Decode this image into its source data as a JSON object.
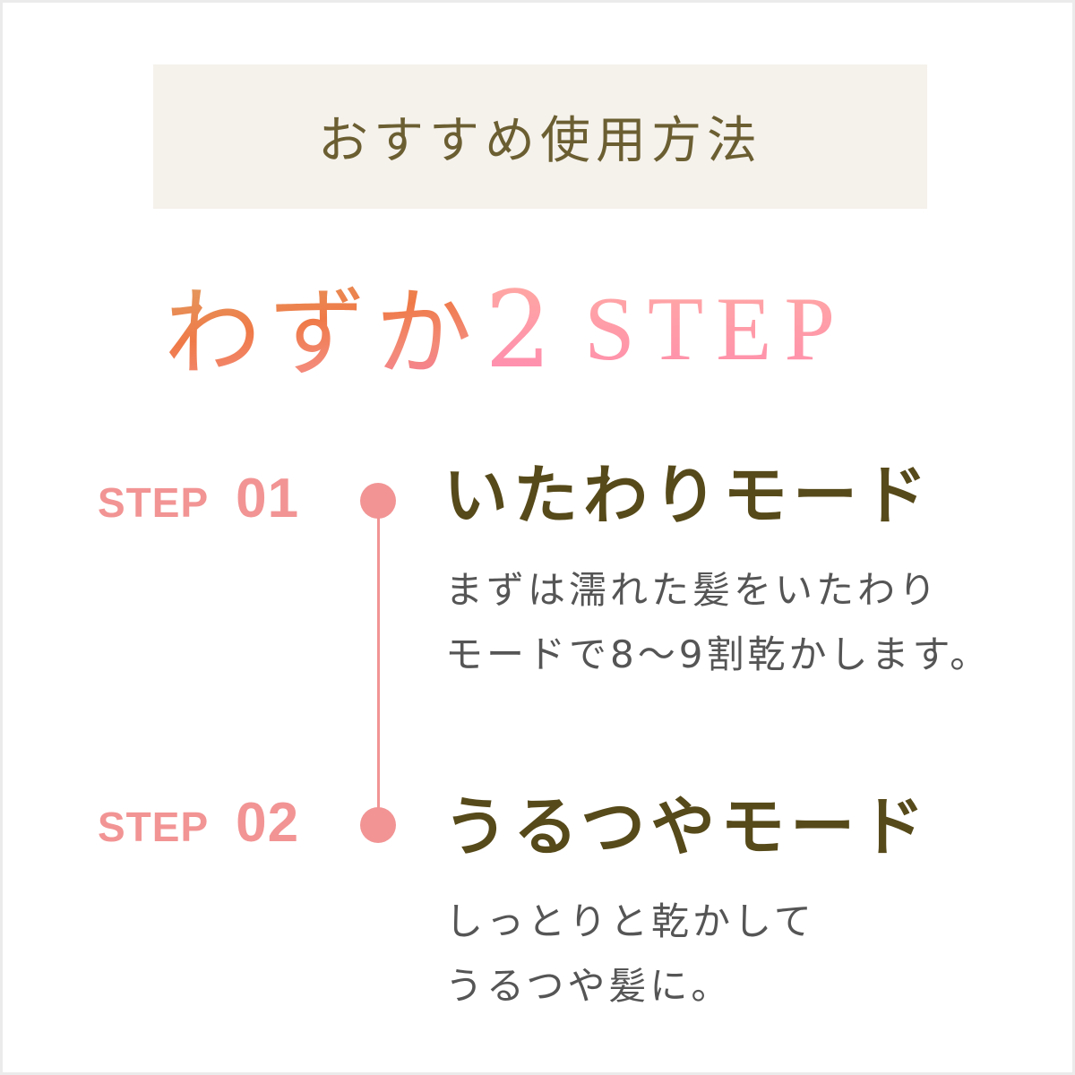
{
  "banner": {
    "title": "おすすめ使用方法",
    "background": "#f5f1eb",
    "text_color": "#6b5f32"
  },
  "hero": {
    "prefix": "わずか",
    "number": "2",
    "suffix": "STEP",
    "gradient_start": "#ef7a48",
    "gradient_end": "#ff8bb0"
  },
  "steps": [
    {
      "label": "STEP",
      "number": "01",
      "title": "いたわりモード",
      "description_lines": [
        "まずは濡れた髪をいたわり",
        "モードで8〜9割乾かします。"
      ]
    },
    {
      "label": "STEP",
      "number": "02",
      "title": "うるつやモード",
      "description_lines": [
        "しっとりと乾かして",
        "うるつや髪に。"
      ]
    }
  ],
  "colors": {
    "accent_pink": "#f29494",
    "heading": "#574a1a",
    "body": "#555555"
  }
}
